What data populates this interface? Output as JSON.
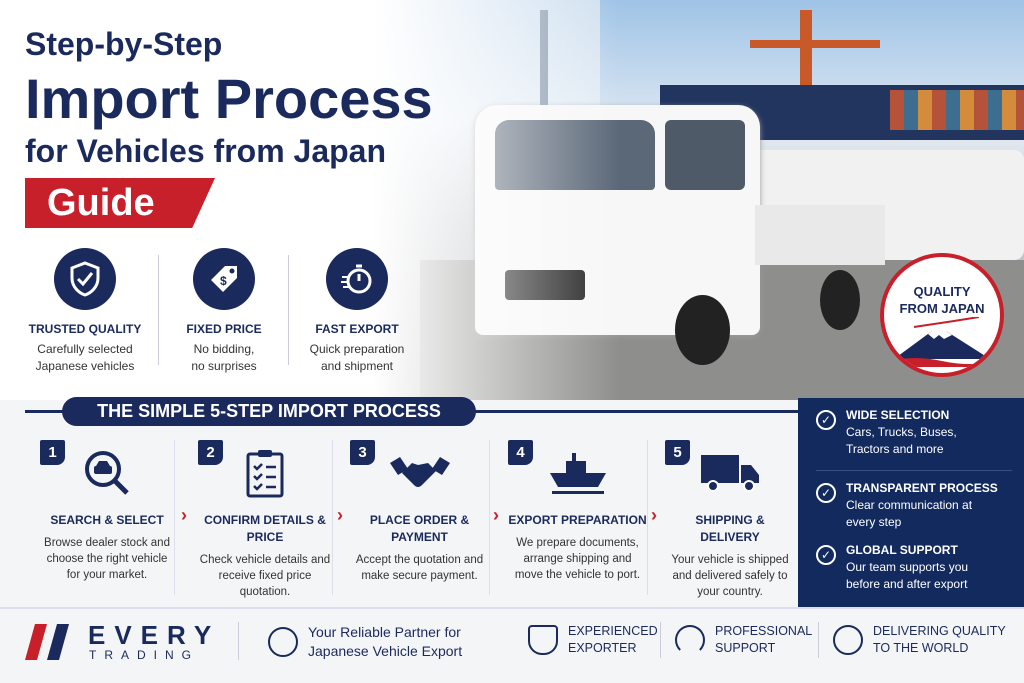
{
  "title": {
    "line1": "Step-by-Step",
    "line2": "Import Process",
    "line3": "for Vehicles from Japan",
    "tag": "Guide"
  },
  "features": [
    {
      "icon": "shield-check-icon",
      "title": "TRUSTED QUALITY",
      "desc1": "Carefully selected",
      "desc2": "Japanese vehicles"
    },
    {
      "icon": "price-tag-icon",
      "title": "FIXED PRICE",
      "desc1": "No bidding,",
      "desc2": "no surprises"
    },
    {
      "icon": "stopwatch-icon",
      "title": "FAST EXPORT",
      "desc1": "Quick preparation",
      "desc2": "and shipment"
    }
  ],
  "badge": {
    "line1": "QUALITY",
    "line2": "FROM JAPAN"
  },
  "section_title": "THE SIMPLE 5-STEP IMPORT PROCESS",
  "steps": [
    {
      "num": "1",
      "icon": "search-car-icon",
      "title": "SEARCH & SELECT",
      "desc": "Browse dealer stock and choose the right vehicle for your market."
    },
    {
      "num": "2",
      "icon": "clipboard-checklist-icon",
      "title": "CONFIRM DETAILS & PRICE",
      "desc": "Check vehicle details and receive fixed price quotation."
    },
    {
      "num": "3",
      "icon": "handshake-icon",
      "title": "PLACE ORDER & PAYMENT",
      "desc": "Accept the quotation and make secure payment."
    },
    {
      "num": "4",
      "icon": "ship-icon",
      "title": "EXPORT PREPARATION",
      "desc": "We prepare documents, arrange shipping and move the vehicle to port."
    },
    {
      "num": "5",
      "icon": "delivery-truck-icon",
      "title": "SHIPPING & DELIVERY",
      "desc": "Your vehicle is shipped and delivered safely to your country."
    }
  ],
  "benefits": [
    {
      "title": "WIDE SELECTION",
      "desc": "Cars, Trucks, Buses, Tractors and more"
    },
    {
      "title": "TRANSPARENT PROCESS",
      "desc": "Clear communication at every step"
    },
    {
      "title": "GLOBAL SUPPORT",
      "desc": "Our team supports you before and after export"
    }
  ],
  "footer": {
    "brand": "EVERY",
    "brand_sub": "TRADING",
    "tagline1": "Your Reliable Partner for",
    "tagline2": "Japanese Vehicle Export",
    "items": [
      {
        "l1": "EXPERIENCED",
        "l2": "EXPORTER"
      },
      {
        "l1": "PROFESSIONAL",
        "l2": "SUPPORT"
      },
      {
        "l1": "DELIVERING QUALITY",
        "l2": "TO THE WORLD"
      }
    ]
  },
  "colors": {
    "navy": "#1b2a5c",
    "red": "#c8202a"
  }
}
